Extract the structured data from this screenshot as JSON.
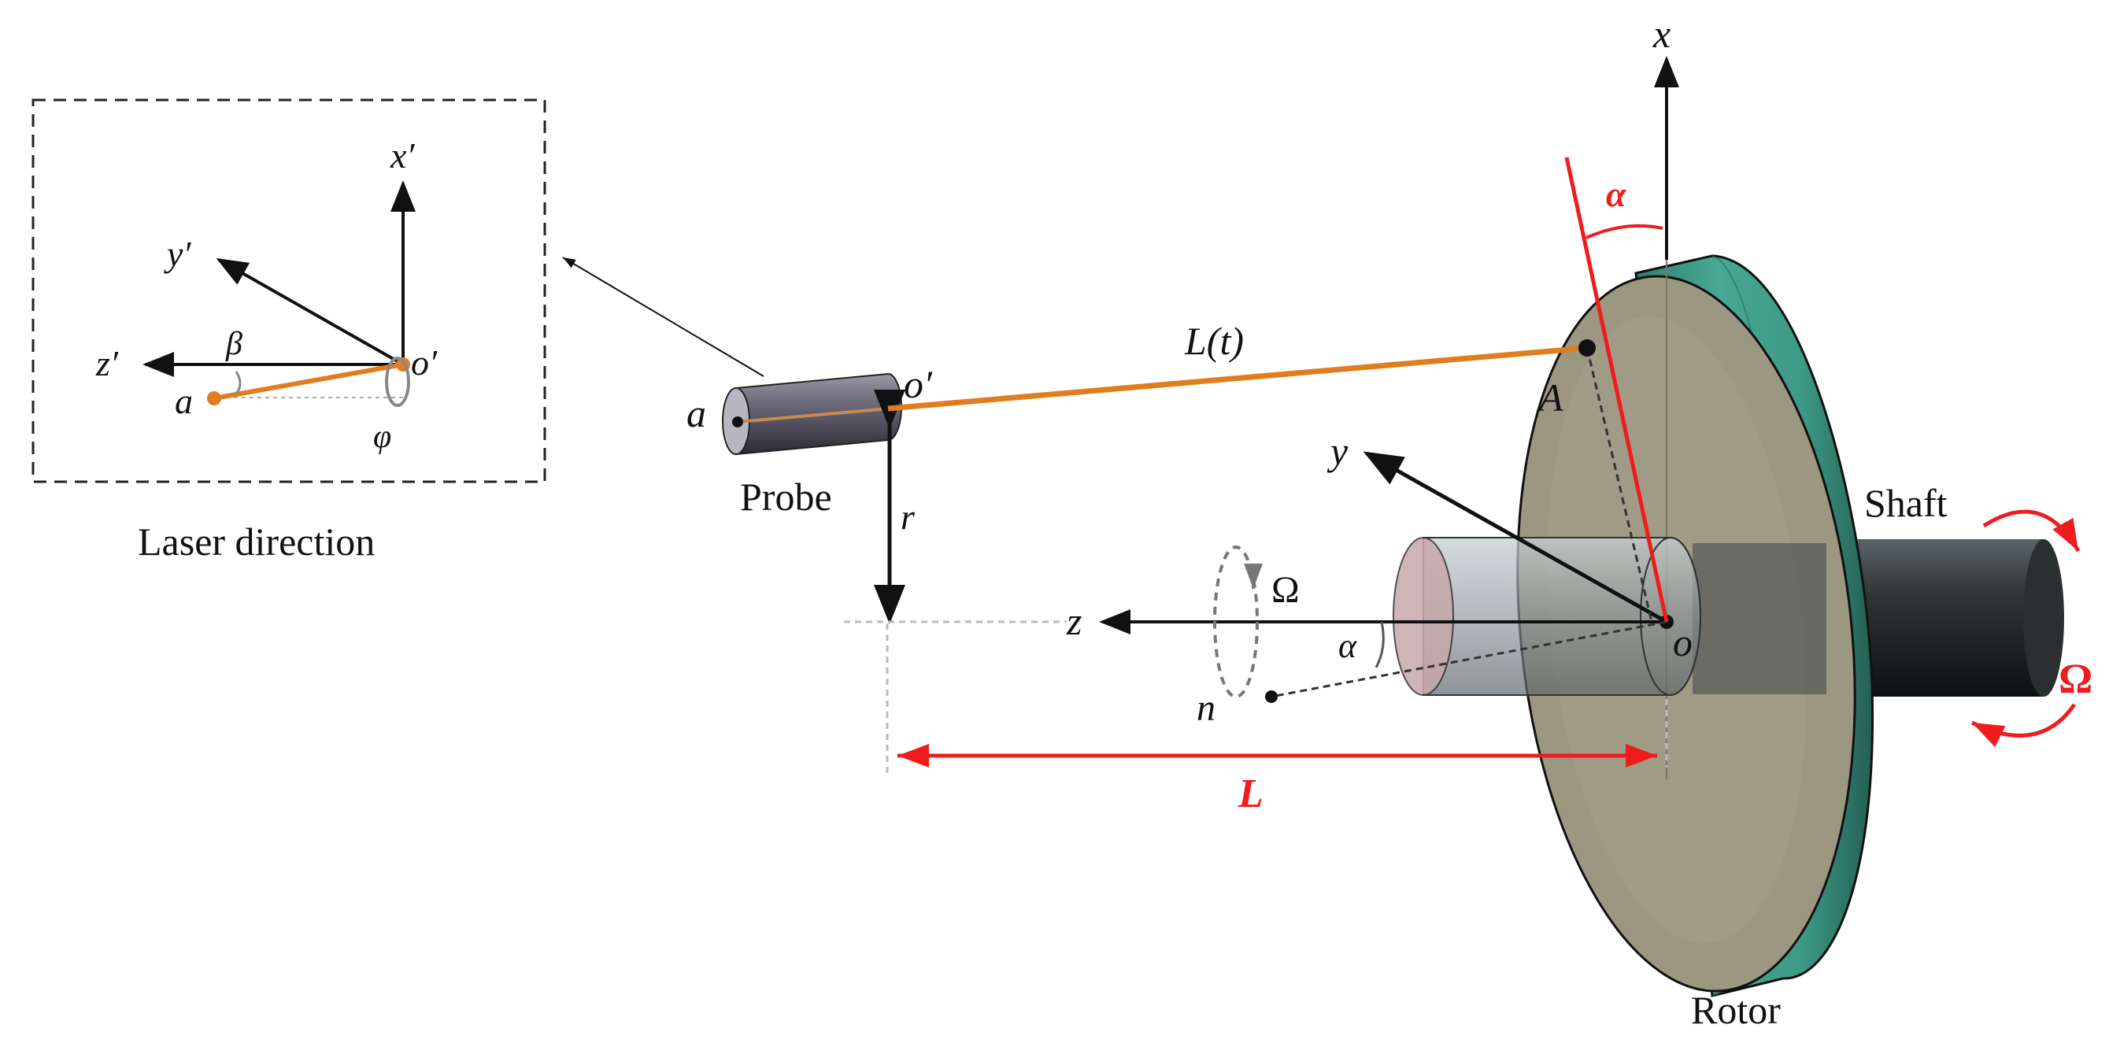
{
  "inset": {
    "caption": "Laser direction",
    "axis_x": "x′",
    "axis_y": "y′",
    "axis_z": "z′",
    "origin": "o′",
    "point_a": "a",
    "angle_beta": "β",
    "angle_phi": "φ"
  },
  "probe": {
    "label": "Probe",
    "point_a": "a",
    "origin": "o′",
    "offset_r": "r"
  },
  "beam": {
    "label": "L(t)",
    "target_point": "A"
  },
  "rotor": {
    "label": "Rotor",
    "shaft_label": "Shaft",
    "axis_x": "x",
    "axis_y": "y",
    "axis_z": "z",
    "origin": "o",
    "point_n": "n",
    "angle_alpha_small": "α",
    "angle_alpha_red": "α",
    "omega_small": "Ω",
    "omega_red": "Ω",
    "distance_L": "L"
  },
  "colors": {
    "beam": "#e07d20",
    "disk_face": "#9b9781",
    "disk_rim": "#3e9e8a",
    "shaft": "#2a2f30",
    "highlight_red": "#ee1c1c"
  }
}
